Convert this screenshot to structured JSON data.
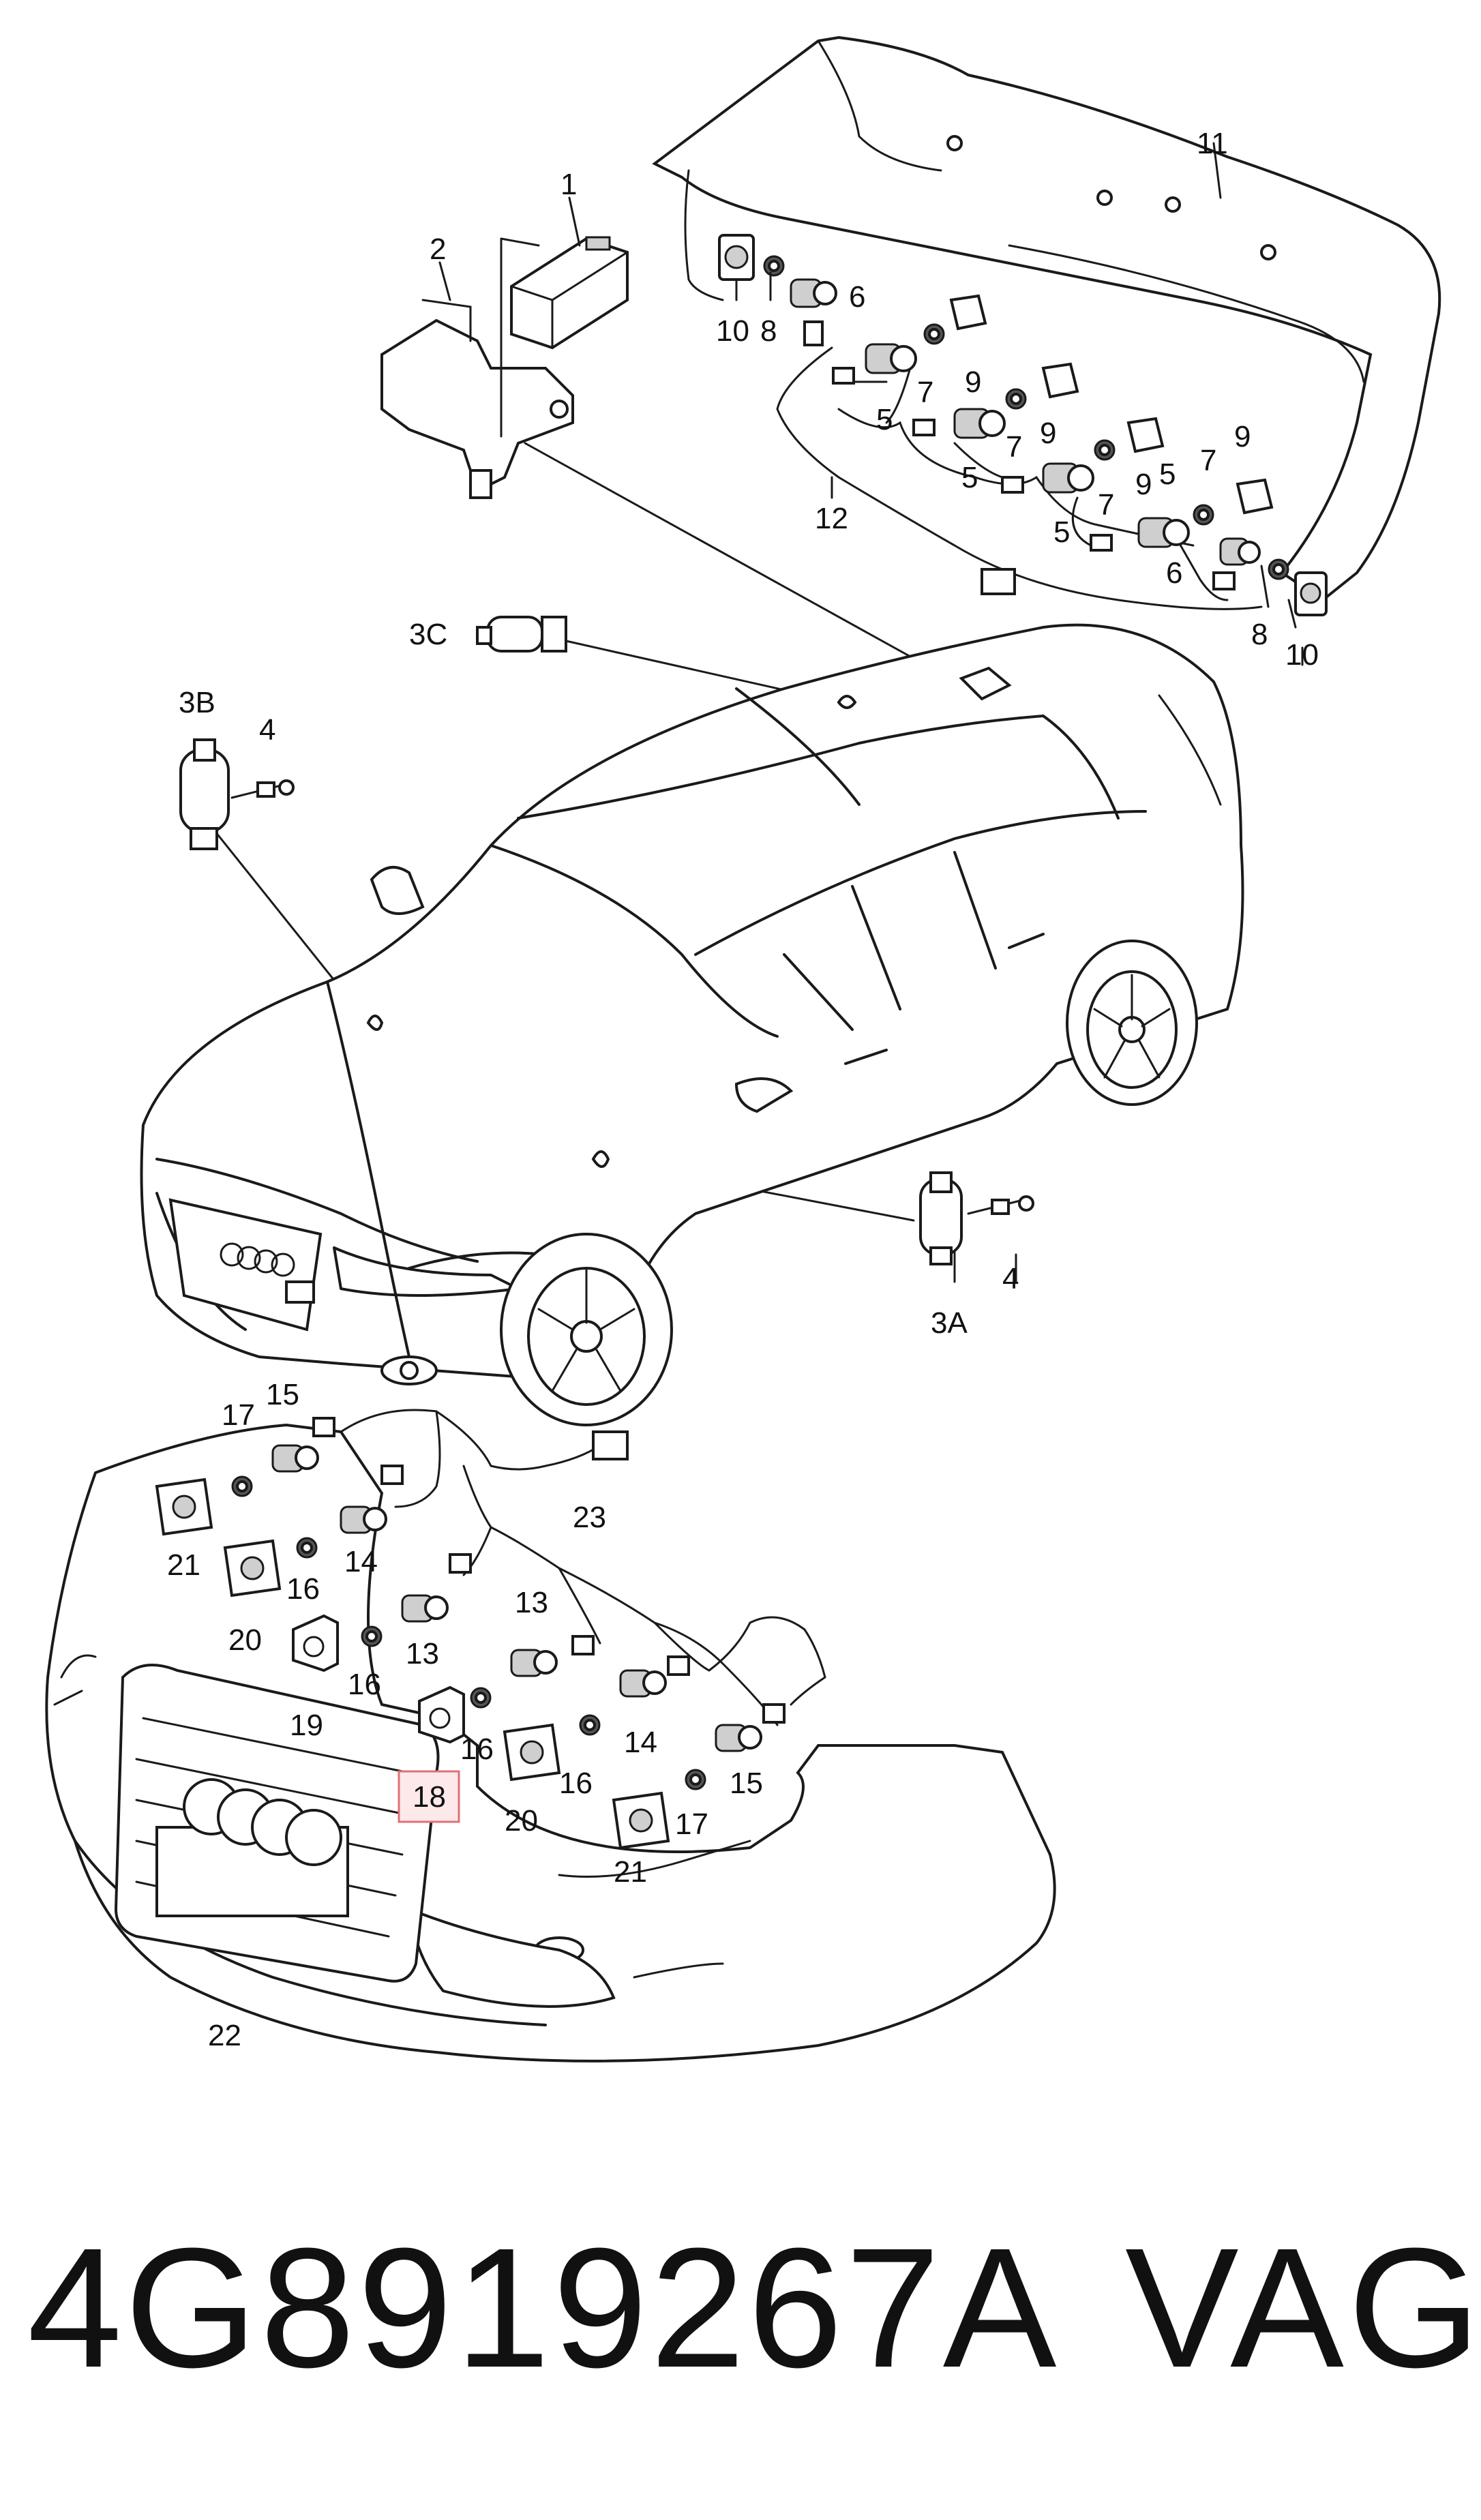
{
  "callouts": {
    "c1": "1",
    "c2": "2",
    "c3a": "3A",
    "c3b": "3B",
    "c3c": "3C",
    "c4a": "4",
    "c4b": "4",
    "c5": "5",
    "c6": "6",
    "c7": "7",
    "c8": "8",
    "c9": "9",
    "c10": "10",
    "c11": "11",
    "c12": "12",
    "c13": "13",
    "c14": "14",
    "c15": "15",
    "c16": "16",
    "c17": "17",
    "c18": "18",
    "c19": "19",
    "c20": "20",
    "c21": "21",
    "c22": "22",
    "c23": "23"
  },
  "highlighted_callout": "18",
  "part_number": "4G8919267A",
  "brand": "VAG",
  "colors": {
    "ink": "#1a1a1a",
    "highlight_fill": "#fde8ea",
    "highlight_stroke": "#e07078"
  }
}
